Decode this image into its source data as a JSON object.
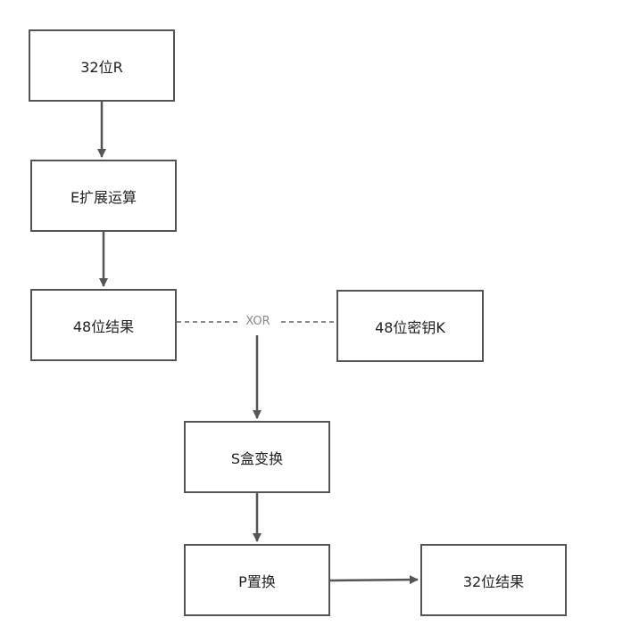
{
  "diagram": {
    "nodes": {
      "r": "32位R",
      "e": "E扩展运算",
      "r48": "48位结果",
      "key": "48位密钥K",
      "s": "S盒变换",
      "p": "P置换",
      "out": "32位结果"
    },
    "xor_label": "XOR",
    "colors": {
      "box_border": "#555555",
      "arrow": "#555555",
      "dashed": "#888888",
      "text": "#222222"
    }
  }
}
